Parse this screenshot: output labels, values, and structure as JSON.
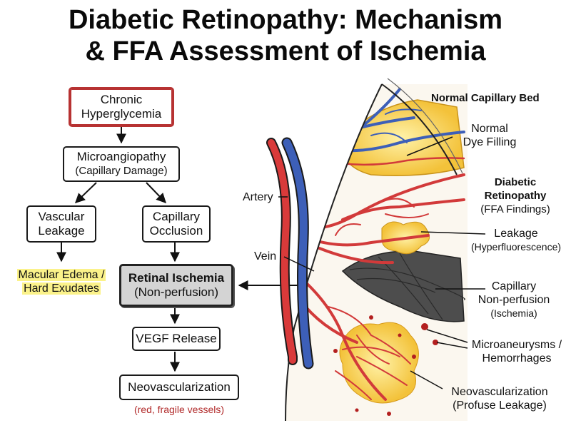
{
  "title_line1": "Diabetic Retinopathy: Mechanism",
  "title_line2": "& FFA Assessment of Ischemia",
  "flow": {
    "chronic_line1": "Chronic",
    "chronic_line2": "Hyperglycemia",
    "micro_line1": "Microangiopathy",
    "micro_line2": "(Capillary Damage)",
    "leak_line1": "Vascular",
    "leak_line2": "Leakage",
    "occl_line1": "Capillary",
    "occl_line2": "Occlusion",
    "edema_line1": "Macular Edema /",
    "edema_line2": "Hard Exudates",
    "isch_line1": "Retinal Ischemia",
    "isch_line2": "(Non-perfusion)",
    "vegf": "VEGF Release",
    "neo": "Neovascularization",
    "neo_note": "(red, fragile vessels)"
  },
  "illustration": {
    "normal_header": "Normal Capillary Bed",
    "normal_fill_line1": "Normal",
    "normal_fill_line2": "Dye Filling",
    "artery": "Artery",
    "vein": "Vein",
    "dr_line1": "Diabetic",
    "dr_line2": "Retinopathy",
    "dr_line3": "(FFA Findings)",
    "leakage_line1": "Leakage",
    "leakage_line2": "(Hyperfluorescence)",
    "nonperf_line1": "Capillary",
    "nonperf_line2": "Non-perfusion",
    "nonperf_line3": "(Ischemia)",
    "micro_line1": "Microaneurysms /",
    "micro_line2": "Hemorrhages",
    "neo_line1": "Neovascularization",
    "neo_line2": "(Profuse Leakage)"
  }
}
